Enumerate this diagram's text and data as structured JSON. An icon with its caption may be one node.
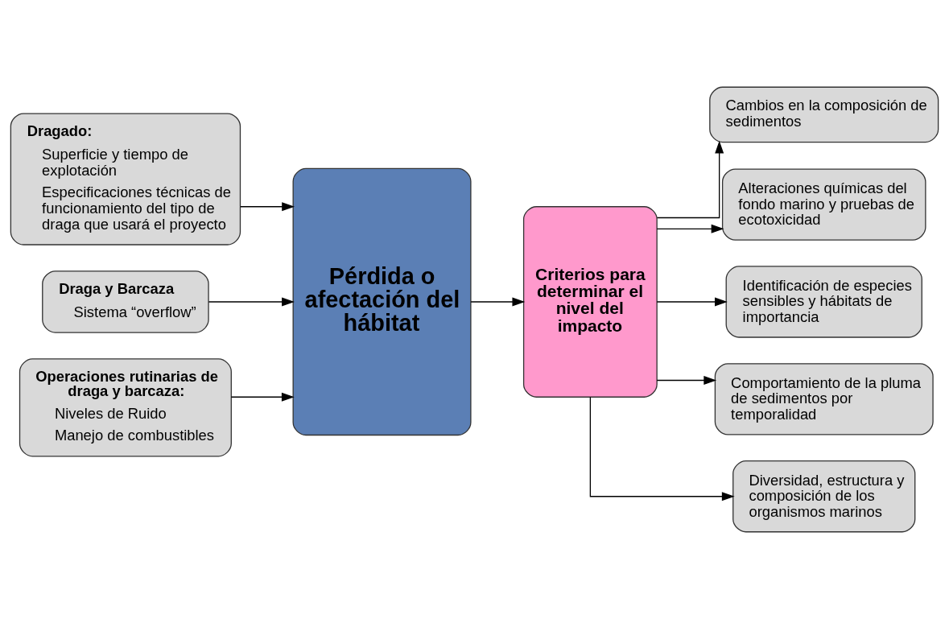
{
  "diagram": {
    "nodes": [
      {
        "text": [
          "Dragado:",
          "Superficie y tiempo de explotación",
          "Especificaciones técnicas de funcionamiento del tipo de draga que usará el proyecto"
        ]
      },
      {
        "text": [
          "Draga y Barcaza",
          "Sistema “overflow”"
        ]
      },
      {
        "text": [
          "Operaciones rutinarias de draga y barcaza:",
          "Niveles de Ruido",
          "Manejo de combustibles"
        ]
      },
      {
        "text": [
          "Pérdida o afectación del hábitat"
        ]
      },
      {
        "text": [
          "Criterios para determinar el nivel del impacto"
        ]
      },
      {
        "text": [
          "Cambios en la composición de sedimentos"
        ]
      },
      {
        "text": [
          "Alteraciones químicas del fondo marino y pruebas de ecotoxicidad"
        ]
      },
      {
        "text": [
          "Identificación de especies sensibles y hábitats de importancia"
        ]
      },
      {
        "text": [
          "Comportamiento de la pluma de sedimentos por temporalidad"
        ]
      },
      {
        "text": [
          "Diversidad, estructura y composición de los organismos marinos"
        ]
      }
    ],
    "edges": [
      {
        "from": 0,
        "to": 3,
        "arrow": "to"
      },
      {
        "from": 1,
        "to": 3,
        "arrow": "to"
      },
      {
        "from": 2,
        "to": 3,
        "arrow": "to"
      },
      {
        "from": 3,
        "to": 4,
        "arrow": "to"
      },
      {
        "from": 4,
        "to": 5,
        "arrow": "to"
      },
      {
        "from": 4,
        "to": 6,
        "arrow": "to"
      },
      {
        "from": 4,
        "to": 7,
        "arrow": "to"
      },
      {
        "from": 4,
        "to": 8,
        "arrow": "to"
      },
      {
        "from": 4,
        "to": 9,
        "arrow": "to"
      }
    ]
  }
}
